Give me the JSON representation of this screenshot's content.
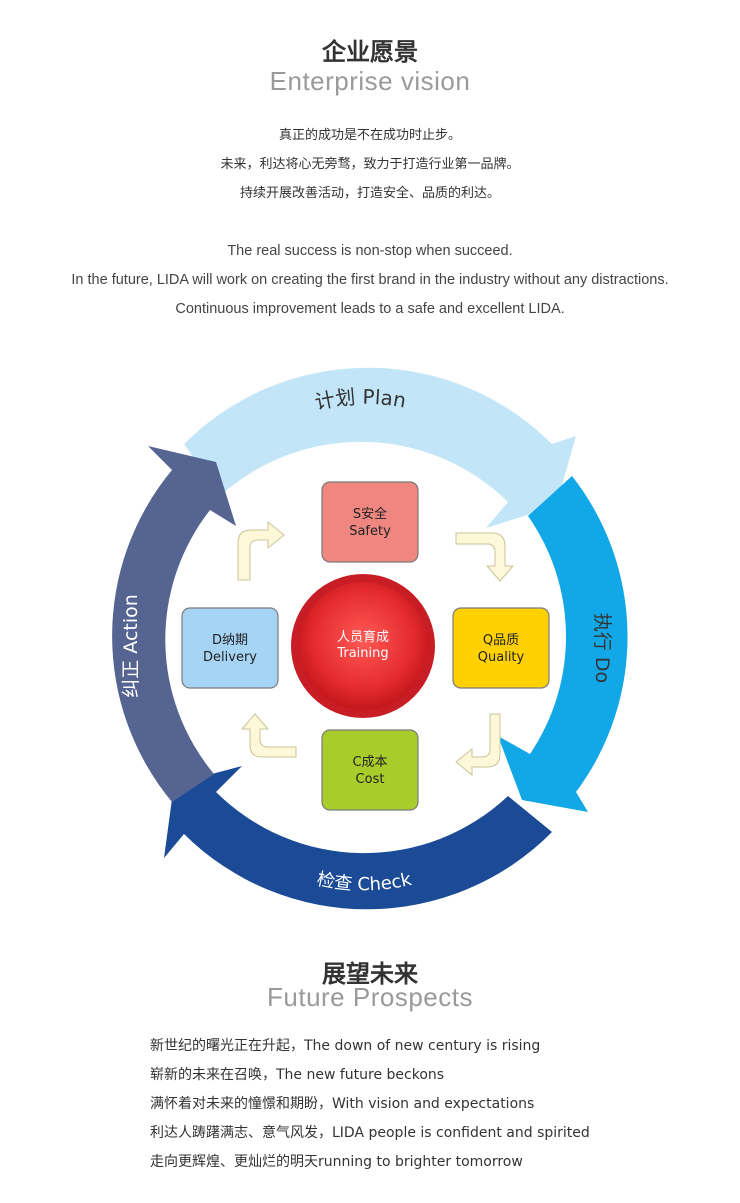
{
  "vision": {
    "title_cn": "企业愿景",
    "title_en": "Enterprise vision",
    "lines_cn": [
      "真正的成功是不在成功时止步。",
      "未来，利达将心无旁骛，致力于打造行业第一品牌。",
      "持续开展改善活动，打造安全、品质的利达。"
    ],
    "lines_en": [
      "The real success is non-stop when succeed.",
      "In the future, LIDA will work on creating the first brand in the industry without any distractions.",
      "Continuous improvement leads to a safe and excellent LIDA."
    ]
  },
  "cycle": {
    "plan": "计划 Plan",
    "do": "执行 Do",
    "check": "检查 Check",
    "action": "纠正 Action",
    "colors": {
      "plan": "#c2e6f8",
      "do": "#12a7e6",
      "check": "#1b4b96",
      "action": "#566491"
    }
  },
  "center": {
    "cn": "人员育成",
    "en": "Training",
    "color": "#e52b2e"
  },
  "boxes": {
    "safety": {
      "cn": "S安全",
      "en": "Safety",
      "color": "#ef8680"
    },
    "quality": {
      "cn": "Q品质",
      "en": "Quality",
      "color": "#ffd100"
    },
    "cost": {
      "cn": "C成本",
      "en": "Cost",
      "color": "#a8cc2a"
    },
    "delivery": {
      "cn": "D纳期",
      "en": "Delivery",
      "color": "#a6d4f4"
    }
  },
  "prospects": {
    "title_cn": "展望未来",
    "title_en": "Future Prospects",
    "lines": [
      "新世纪的曙光正在升起，The down of new century is rising",
      "崭新的未来在召唤，The new future beckons",
      "满怀着对未来的憧憬和期盼，With vision and expectations",
      "利达人踌躇满志、意气风发，LIDA people is confident and spirited",
      "走向更辉煌、更灿烂的明天running to brighter tomorrow"
    ]
  }
}
